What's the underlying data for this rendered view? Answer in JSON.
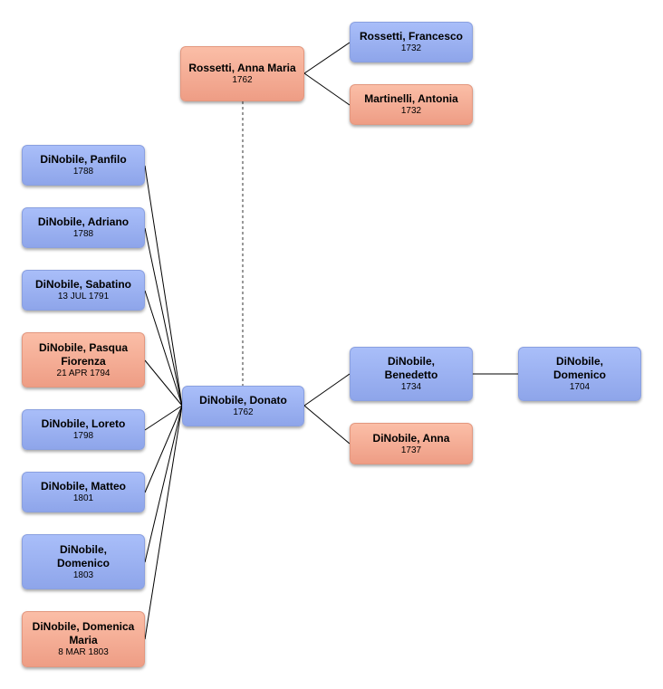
{
  "persons": {
    "rossetti_anna_maria": {
      "name": "Rossetti, Anna Maria",
      "date": "1762",
      "sex": "female"
    },
    "rossetti_francesco": {
      "name": "Rossetti, Francesco",
      "date": "1732",
      "sex": "male"
    },
    "martinelli_antonia": {
      "name": "Martinelli, Antonia",
      "date": "1732",
      "sex": "female"
    },
    "dinobile_donato": {
      "name": "DiNobile, Donato",
      "date": "1762",
      "sex": "male"
    },
    "dinobile_benedetto": {
      "name": "DiNobile, Benedetto",
      "date": "1734",
      "sex": "male"
    },
    "dinobile_anna": {
      "name": "DiNobile, Anna",
      "date": "1737",
      "sex": "female"
    },
    "dinobile_domenico_1704": {
      "name": "DiNobile, Domenico",
      "date": "1704",
      "sex": "male"
    },
    "dinobile_panfilo": {
      "name": "DiNobile, Panfilo",
      "date": "1788",
      "sex": "male"
    },
    "dinobile_adriano": {
      "name": "DiNobile, Adriano",
      "date": "1788",
      "sex": "male"
    },
    "dinobile_sabatino": {
      "name": "DiNobile, Sabatino",
      "date": "13 JUL 1791",
      "sex": "male"
    },
    "dinobile_pasqua_fiorenza": {
      "name": "DiNobile, Pasqua Fiorenza",
      "date": "21 APR 1794",
      "sex": "female"
    },
    "dinobile_loreto": {
      "name": "DiNobile, Loreto",
      "date": "1798",
      "sex": "male"
    },
    "dinobile_matteo": {
      "name": "DiNobile, Matteo",
      "date": "1801",
      "sex": "male"
    },
    "dinobile_domenico_1803": {
      "name": "DiNobile, Domenico",
      "date": "1803",
      "sex": "male"
    },
    "dinobile_domenica_maria": {
      "name": "DiNobile, Domenica Maria",
      "date": "8 MAR 1803",
      "sex": "female"
    }
  },
  "colors": {
    "male": "#9bb1f2",
    "female": "#f5ad95",
    "connector": "#000000",
    "spouse_connector": "#555555"
  }
}
